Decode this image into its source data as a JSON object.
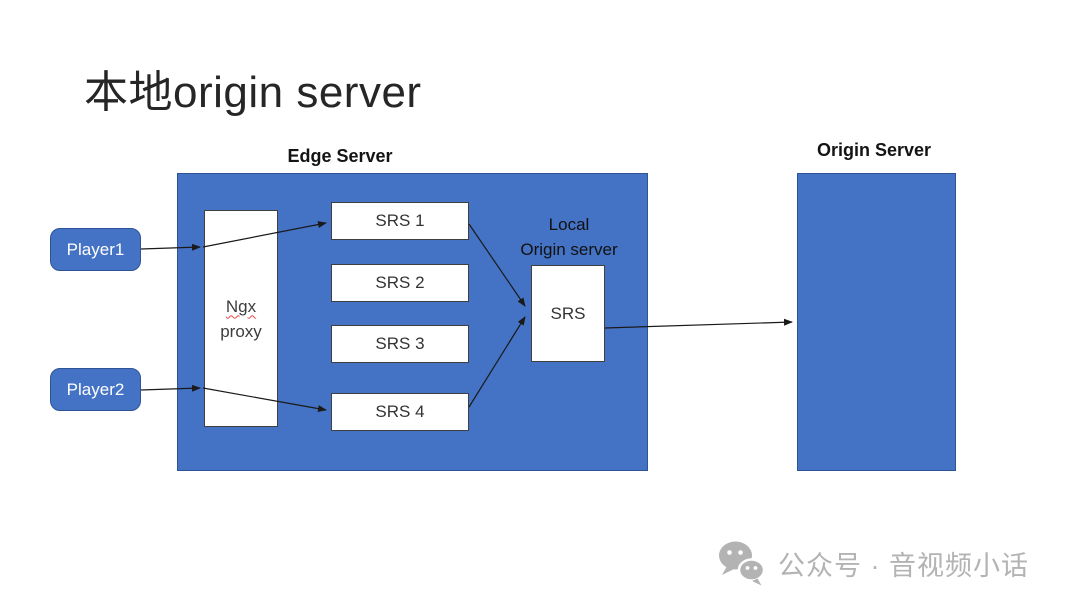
{
  "page": {
    "title": "本地origin server"
  },
  "colors": {
    "box_fill": "#4472C4",
    "box_border": "#2F5496",
    "node_border": "#3F3F3F",
    "arrow": "#1A1A1A",
    "watermark": "#B3B3B3"
  },
  "players": [
    "Player1",
    "Player2"
  ],
  "edge_server": {
    "label": "Edge Server",
    "ngx_proxy": {
      "line1": "Ngx",
      "line2": "proxy"
    },
    "srs_nodes": [
      "SRS 1",
      "SRS 2",
      "SRS 3",
      "SRS 4"
    ]
  },
  "local_origin": {
    "caption_line1": "Local",
    "caption_line2": "Origin server",
    "node": "SRS"
  },
  "origin_server": {
    "label": "Origin Server"
  },
  "watermark": {
    "icon": "wechat-icon",
    "text": "公众号 · 音视频小话"
  }
}
